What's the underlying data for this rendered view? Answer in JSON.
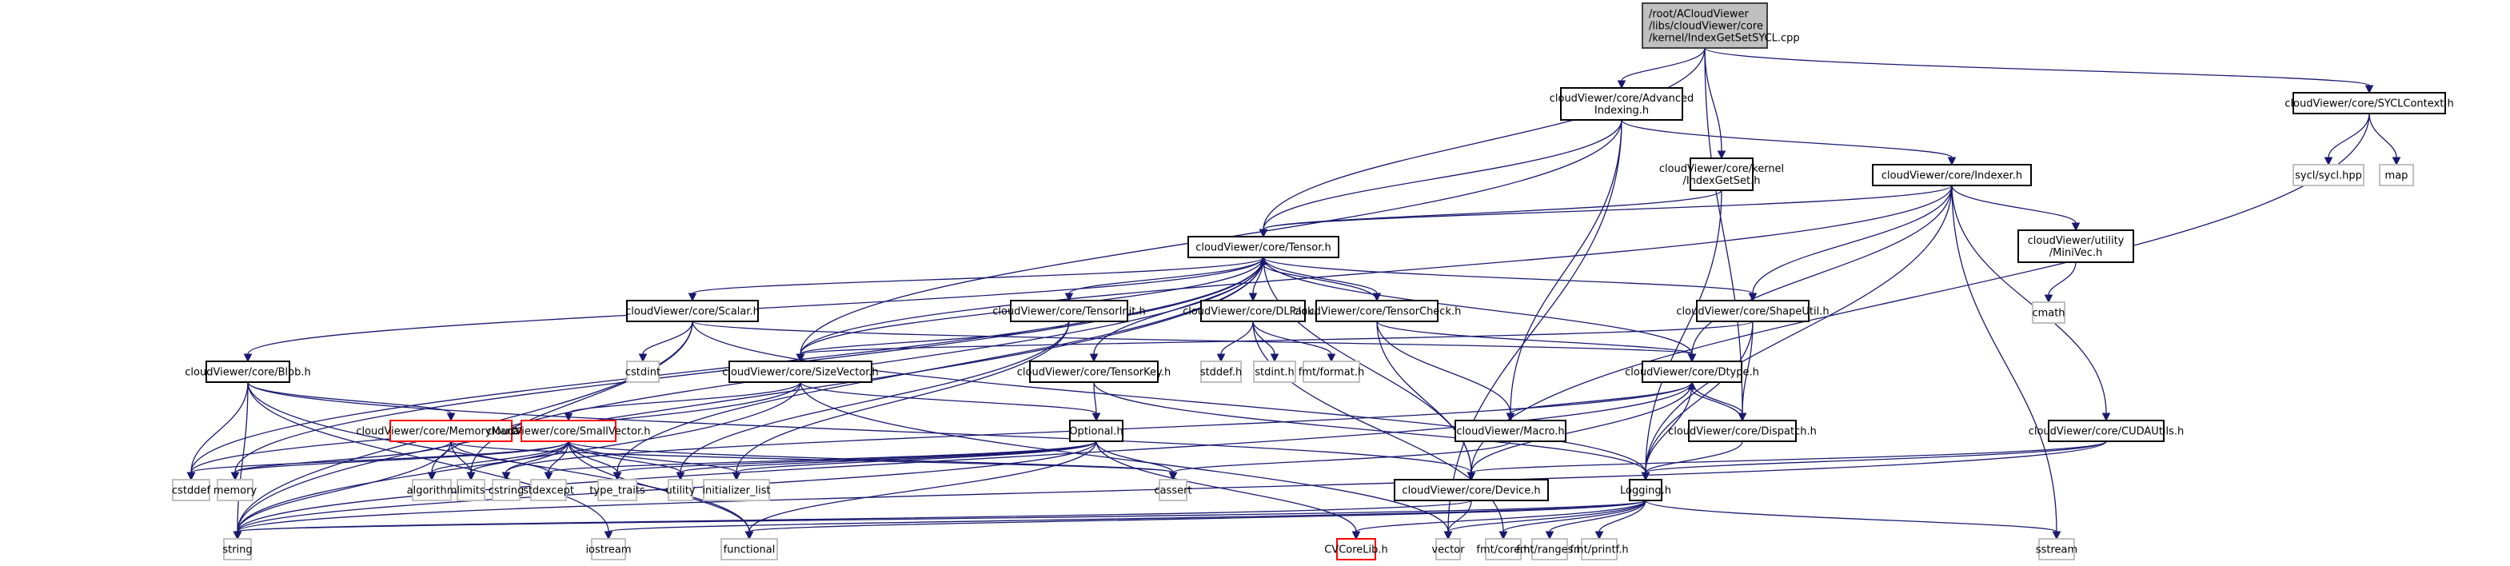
{
  "diagram": {
    "type": "include-dependency-graph",
    "colors": {
      "edge": "#191970",
      "root_fill": "#bfbfbf",
      "root_border": "#404040",
      "documented_border": "#000000",
      "undocumented_border": "#ff0000",
      "external_border": "#bfbfbf",
      "external_text": "#000000"
    },
    "nodes": [
      {
        "id": "root",
        "kind": "root",
        "lines": [
          "/root/ACloudViewer",
          "/libs/cloudViewer/core",
          "/kernel/IndexGetSetSYCL.cpp"
        ]
      },
      {
        "id": "advidx",
        "kind": "doc",
        "lines": [
          "cloudViewer/core/Advanced",
          "Indexing.h"
        ]
      },
      {
        "id": "igs",
        "kind": "doc",
        "lines": [
          "cloudViewer/core/kernel",
          "/IndexGetSet.h"
        ]
      },
      {
        "id": "indexer",
        "kind": "doc",
        "lines": [
          "cloudViewer/core/Indexer.h"
        ]
      },
      {
        "id": "sycl",
        "kind": "doc",
        "lines": [
          "cloudViewer/core/SYCLContext.h"
        ]
      },
      {
        "id": "syclhpp",
        "kind": "ext",
        "lines": [
          "sycl/sycl.hpp"
        ]
      },
      {
        "id": "map",
        "kind": "ext",
        "lines": [
          "map"
        ]
      },
      {
        "id": "tensor",
        "kind": "doc",
        "lines": [
          "cloudViewer/core/Tensor.h"
        ]
      },
      {
        "id": "minivec",
        "kind": "doc",
        "lines": [
          "cloudViewer/utility",
          "/MiniVec.h"
        ]
      },
      {
        "id": "cmath",
        "kind": "ext",
        "lines": [
          "cmath"
        ]
      },
      {
        "id": "scalar",
        "kind": "doc",
        "lines": [
          "cloudViewer/core/Scalar.h"
        ]
      },
      {
        "id": "tinit",
        "kind": "doc",
        "lines": [
          "cloudViewer/core/TensorInit.h"
        ]
      },
      {
        "id": "dlpack",
        "kind": "doc",
        "lines": [
          "cloudViewer/core/DLPack.h"
        ]
      },
      {
        "id": "tcheck",
        "kind": "doc",
        "lines": [
          "cloudViewer/core/TensorCheck.h"
        ]
      },
      {
        "id": "shapeutil",
        "kind": "doc",
        "lines": [
          "cloudViewer/core/ShapeUtil.h"
        ]
      },
      {
        "id": "cstdint",
        "kind": "ext",
        "lines": [
          "cstdint"
        ]
      },
      {
        "id": "blob",
        "kind": "doc",
        "lines": [
          "cloudViewer/core/Blob.h"
        ]
      },
      {
        "id": "sizevec",
        "kind": "doc",
        "lines": [
          "cloudViewer/core/SizeVector.h"
        ]
      },
      {
        "id": "tkey",
        "kind": "doc",
        "lines": [
          "cloudViewer/core/TensorKey.h"
        ]
      },
      {
        "id": "stddefh",
        "kind": "ext",
        "lines": [
          "stddef.h"
        ]
      },
      {
        "id": "stdinth",
        "kind": "ext",
        "lines": [
          "stdint.h"
        ]
      },
      {
        "id": "fmtformat",
        "kind": "ext",
        "lines": [
          "fmt/format.h"
        ]
      },
      {
        "id": "dtype",
        "kind": "doc",
        "lines": [
          "cloudViewer/core/Dtype.h"
        ]
      },
      {
        "id": "memmgr",
        "kind": "undoc",
        "lines": [
          "cloudViewer/core/MemoryManager.h"
        ]
      },
      {
        "id": "smallvec",
        "kind": "undoc",
        "lines": [
          "cloudViewer/core/SmallVector.h"
        ]
      },
      {
        "id": "optional",
        "kind": "doc",
        "lines": [
          "Optional.h"
        ]
      },
      {
        "id": "macro",
        "kind": "doc",
        "lines": [
          "cloudViewer/Macro.h"
        ]
      },
      {
        "id": "dispatch",
        "kind": "doc",
        "lines": [
          "cloudViewer/core/Dispatch.h"
        ]
      },
      {
        "id": "cudautils",
        "kind": "doc",
        "lines": [
          "cloudViewer/core/CUDAUtils.h"
        ]
      },
      {
        "id": "cstddef",
        "kind": "ext",
        "lines": [
          "cstddef"
        ]
      },
      {
        "id": "memory",
        "kind": "ext",
        "lines": [
          "memory"
        ]
      },
      {
        "id": "algorithm",
        "kind": "ext",
        "lines": [
          "algorithm"
        ]
      },
      {
        "id": "limits",
        "kind": "ext",
        "lines": [
          "limits"
        ]
      },
      {
        "id": "cstring",
        "kind": "ext",
        "lines": [
          "cstring"
        ]
      },
      {
        "id": "stdexcept",
        "kind": "ext",
        "lines": [
          "stdexcept"
        ]
      },
      {
        "id": "typetraits",
        "kind": "ext",
        "lines": [
          "type_traits"
        ]
      },
      {
        "id": "utility",
        "kind": "ext",
        "lines": [
          "utility"
        ]
      },
      {
        "id": "initlist",
        "kind": "ext",
        "lines": [
          "initializer_list"
        ]
      },
      {
        "id": "cassert",
        "kind": "ext",
        "lines": [
          "cassert"
        ]
      },
      {
        "id": "device",
        "kind": "doc",
        "lines": [
          "cloudViewer/core/Device.h"
        ]
      },
      {
        "id": "logging",
        "kind": "doc",
        "lines": [
          "Logging.h"
        ]
      },
      {
        "id": "string",
        "kind": "ext",
        "lines": [
          "string"
        ]
      },
      {
        "id": "iostream",
        "kind": "ext",
        "lines": [
          "iostream"
        ]
      },
      {
        "id": "functional",
        "kind": "ext",
        "lines": [
          "functional"
        ]
      },
      {
        "id": "cvcorelib",
        "kind": "undoc",
        "lines": [
          "CVCoreLib.h"
        ]
      },
      {
        "id": "vector",
        "kind": "ext",
        "lines": [
          "vector"
        ]
      },
      {
        "id": "fmtcore",
        "kind": "ext",
        "lines": [
          "fmt/core.h"
        ]
      },
      {
        "id": "fmtranges",
        "kind": "ext",
        "lines": [
          "fmt/ranges.h"
        ]
      },
      {
        "id": "fmtprintf",
        "kind": "ext",
        "lines": [
          "fmt/printf.h"
        ]
      },
      {
        "id": "sstream",
        "kind": "ext",
        "lines": [
          "sstream"
        ]
      }
    ],
    "edges": [
      [
        "root",
        "advidx"
      ],
      [
        "root",
        "igs"
      ],
      [
        "root",
        "tensor"
      ],
      [
        "root",
        "sycl"
      ],
      [
        "root",
        "dispatch"
      ],
      [
        "advidx",
        "tensor"
      ],
      [
        "advidx",
        "indexer"
      ],
      [
        "advidx",
        "sizevec"
      ],
      [
        "advidx",
        "macro"
      ],
      [
        "advidx",
        "vector"
      ],
      [
        "igs",
        "tensor"
      ],
      [
        "igs",
        "logging"
      ],
      [
        "indexer",
        "tensor"
      ],
      [
        "indexer",
        "minivec"
      ],
      [
        "indexer",
        "shapeutil"
      ],
      [
        "indexer",
        "dtype"
      ],
      [
        "indexer",
        "sizevec"
      ],
      [
        "indexer",
        "cudautils"
      ],
      [
        "indexer",
        "logging"
      ],
      [
        "indexer",
        "sstream"
      ],
      [
        "sycl",
        "map"
      ],
      [
        "sycl",
        "syclhpp"
      ],
      [
        "sycl",
        "device"
      ],
      [
        "minivec",
        "cmath"
      ],
      [
        "tensor",
        "scalar"
      ],
      [
        "tensor",
        "tinit"
      ],
      [
        "tensor",
        "dlpack"
      ],
      [
        "tensor",
        "tcheck"
      ],
      [
        "tensor",
        "shapeutil"
      ],
      [
        "tensor",
        "blob"
      ],
      [
        "tensor",
        "sizevec"
      ],
      [
        "tensor",
        "tkey"
      ],
      [
        "tensor",
        "dtype"
      ],
      [
        "tensor",
        "device"
      ],
      [
        "tensor",
        "string"
      ],
      [
        "tensor",
        "memory"
      ],
      [
        "tensor",
        "cstddef"
      ],
      [
        "tensor",
        "algorithm"
      ],
      [
        "tensor",
        "typetraits"
      ],
      [
        "scalar",
        "cstdint"
      ],
      [
        "scalar",
        "dtype"
      ],
      [
        "scalar",
        "logging"
      ],
      [
        "scalar",
        "string"
      ],
      [
        "scalar",
        "limits"
      ],
      [
        "tinit",
        "sizevec"
      ],
      [
        "tinit",
        "initlist"
      ],
      [
        "tinit",
        "utility"
      ],
      [
        "dlpack",
        "stddefh"
      ],
      [
        "dlpack",
        "stdinth"
      ],
      [
        "dlpack",
        "fmtformat"
      ],
      [
        "dlpack",
        "fmtcore"
      ],
      [
        "tcheck",
        "tensor"
      ],
      [
        "tcheck",
        "dtype"
      ],
      [
        "tcheck",
        "device"
      ],
      [
        "tcheck",
        "macro"
      ],
      [
        "shapeutil",
        "sizevec"
      ],
      [
        "shapeutil",
        "dispatch"
      ],
      [
        "shapeutil",
        "logging"
      ],
      [
        "blob",
        "memmgr"
      ],
      [
        "blob",
        "device"
      ],
      [
        "blob",
        "cstddef"
      ],
      [
        "blob",
        "string"
      ],
      [
        "blob",
        "functional"
      ],
      [
        "blob",
        "iostream"
      ],
      [
        "sizevec",
        "smallvec"
      ],
      [
        "sizevec",
        "optional"
      ],
      [
        "sizevec",
        "cstddef"
      ],
      [
        "sizevec",
        "string"
      ],
      [
        "sizevec",
        "vector"
      ],
      [
        "tkey",
        "optional"
      ],
      [
        "tkey",
        "logging"
      ],
      [
        "dtype",
        "dispatch"
      ],
      [
        "dtype",
        "macro"
      ],
      [
        "dtype",
        "logging"
      ],
      [
        "dtype",
        "device"
      ],
      [
        "dtype",
        "string"
      ],
      [
        "dtype",
        "cstring"
      ],
      [
        "dispatch",
        "dtype"
      ],
      [
        "dispatch",
        "logging"
      ],
      [
        "memmgr",
        "memory"
      ],
      [
        "memmgr",
        "string"
      ],
      [
        "memmgr",
        "limits"
      ],
      [
        "memmgr",
        "stdexcept"
      ],
      [
        "memmgr",
        "cassert"
      ],
      [
        "smallvec",
        "cstddef"
      ],
      [
        "smallvec",
        "memory"
      ],
      [
        "smallvec",
        "algorithm"
      ],
      [
        "smallvec",
        "limits"
      ],
      [
        "smallvec",
        "cstring"
      ],
      [
        "smallvec",
        "stdexcept"
      ],
      [
        "smallvec",
        "typetraits"
      ],
      [
        "smallvec",
        "utility"
      ],
      [
        "smallvec",
        "initlist"
      ],
      [
        "smallvec",
        "functional"
      ],
      [
        "smallvec",
        "cassert"
      ],
      [
        "optional",
        "utility"
      ],
      [
        "optional",
        "initlist"
      ],
      [
        "optional",
        "cassert"
      ],
      [
        "optional",
        "typetraits"
      ],
      [
        "optional",
        "stdexcept"
      ],
      [
        "optional",
        "string"
      ],
      [
        "optional",
        "functional"
      ],
      [
        "optional",
        "cvcorelib"
      ],
      [
        "macro",
        "cassert"
      ],
      [
        "cudautils",
        "device"
      ],
      [
        "cudautils",
        "logging"
      ],
      [
        "cudautils",
        "string"
      ],
      [
        "device",
        "vector"
      ],
      [
        "device",
        "string"
      ],
      [
        "logging",
        "string"
      ],
      [
        "logging",
        "vector"
      ],
      [
        "logging",
        "fmtcore"
      ],
      [
        "logging",
        "fmtranges"
      ],
      [
        "logging",
        "fmtprintf"
      ],
      [
        "logging",
        "sstream"
      ],
      [
        "logging",
        "functional"
      ],
      [
        "logging",
        "iostream"
      ],
      [
        "logging",
        "cvcorelib"
      ]
    ]
  }
}
